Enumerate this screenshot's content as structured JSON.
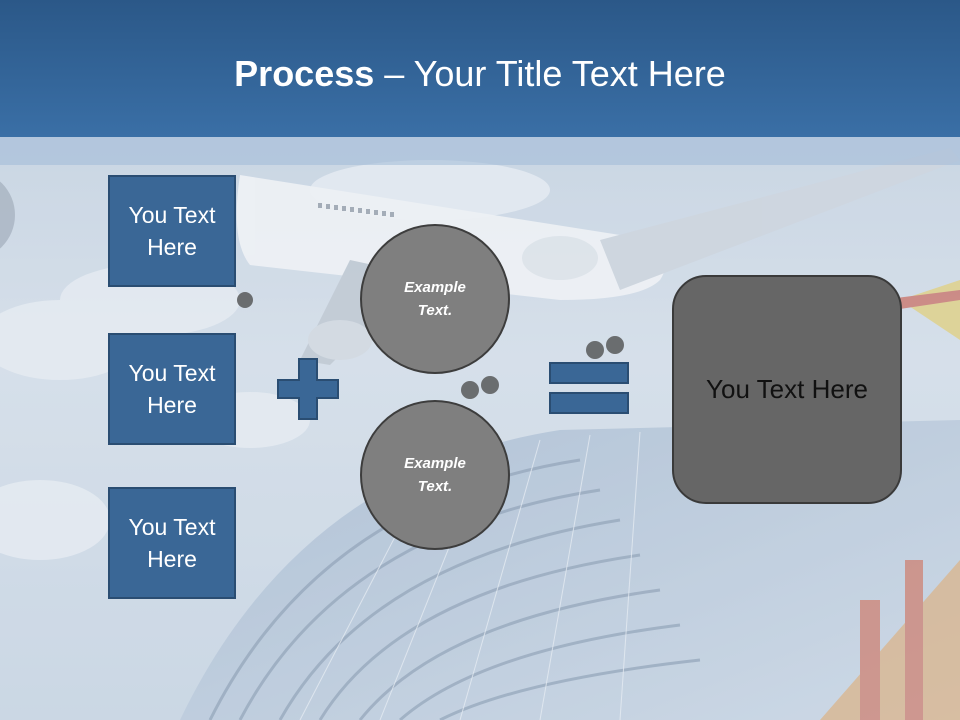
{
  "header": {
    "title_bold": "Process",
    "title_rest": " – Your Title Text Here"
  },
  "left_boxes": [
    {
      "line1": "You Text",
      "line2": "Here"
    },
    {
      "line1": "You Text",
      "line2": "Here"
    },
    {
      "line1": "You Text",
      "line2": "Here"
    }
  ],
  "circles": [
    {
      "line1": "Example",
      "line2": "Text."
    },
    {
      "line1": "Example",
      "line2": "Text."
    }
  ],
  "result": {
    "label": "You Text Here"
  },
  "icons": {
    "plus": "plus-icon",
    "equals": "equals-icon"
  },
  "colors": {
    "header": "#2b5888",
    "box_fill": "#3a6796",
    "circle_fill": "#7f7f7f",
    "result_fill": "#666666"
  }
}
